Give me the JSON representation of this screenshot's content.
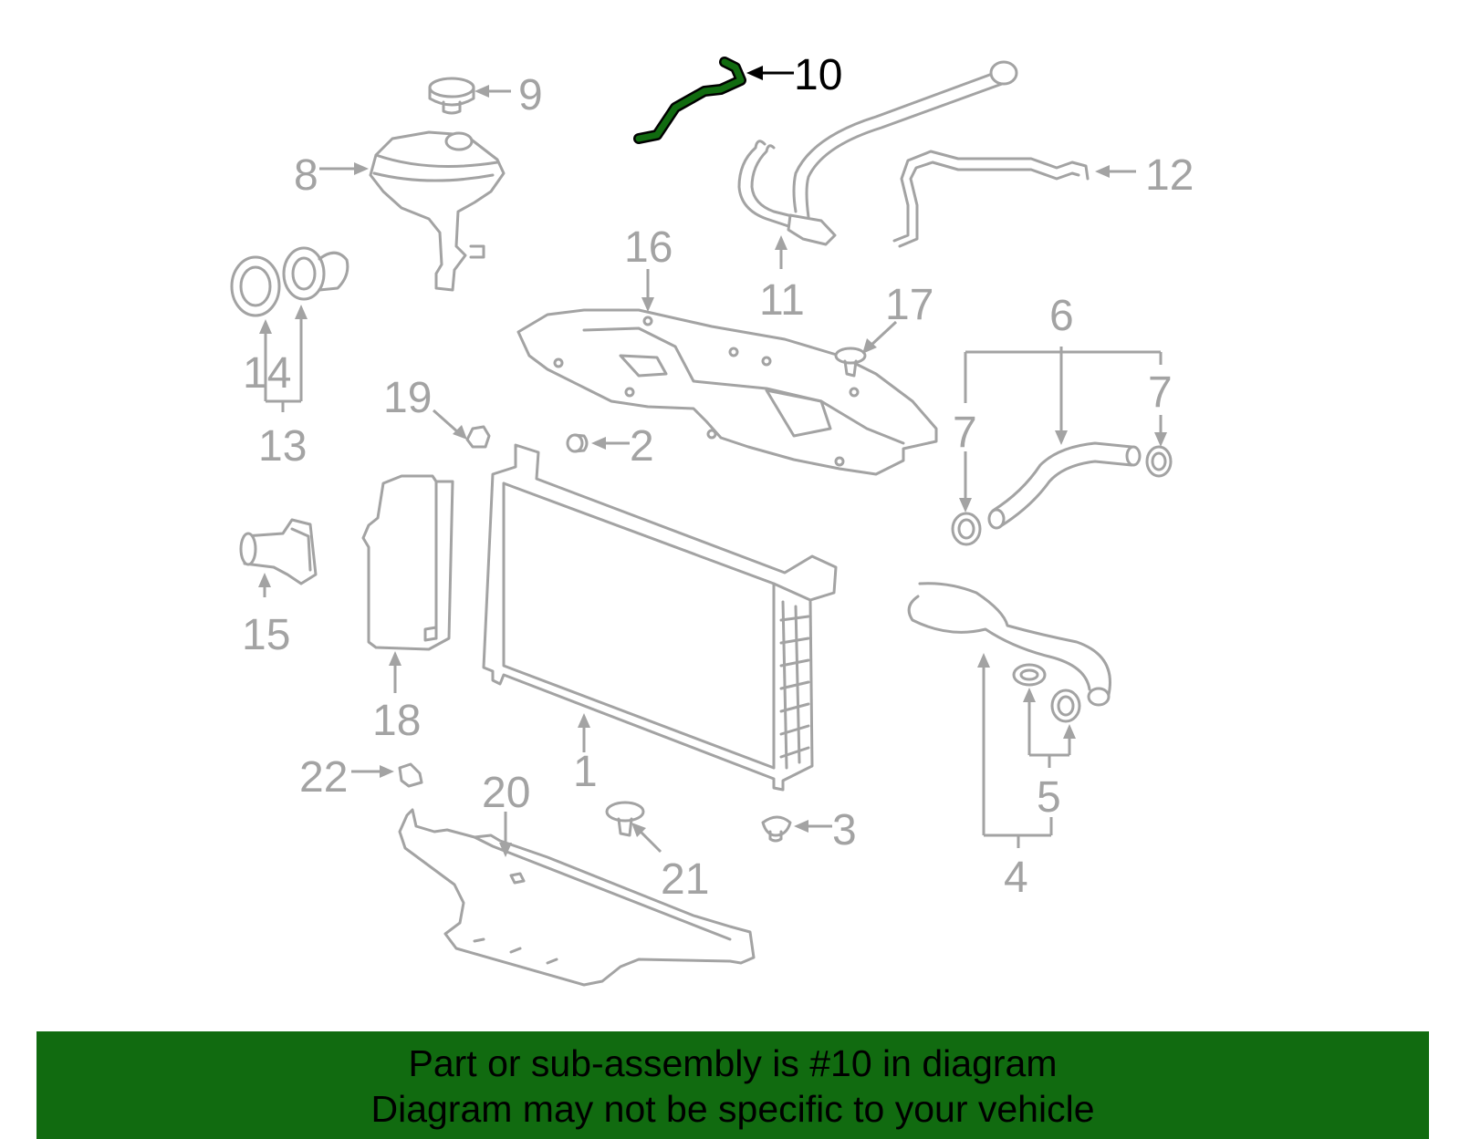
{
  "diagram": {
    "highlighted_part": "10",
    "highlight_color": "#116b10",
    "part_color": "#a3a3a3",
    "callouts": {
      "c1": "1",
      "c2": "2",
      "c3": "3",
      "c4": "4",
      "c5": "5",
      "c6": "6",
      "c7a": "7",
      "c7b": "7",
      "c8": "8",
      "c9": "9",
      "c10": "10",
      "c11": "11",
      "c12": "12",
      "c13": "13",
      "c14": "14",
      "c15": "15",
      "c16": "16",
      "c17": "17",
      "c18": "18",
      "c19": "19",
      "c20": "20",
      "c21": "21",
      "c22": "22"
    }
  },
  "banner": {
    "line1": "Part or sub-assembly is #10 in diagram",
    "line2": "Diagram may not be specific to your vehicle",
    "background": "#116b10"
  }
}
